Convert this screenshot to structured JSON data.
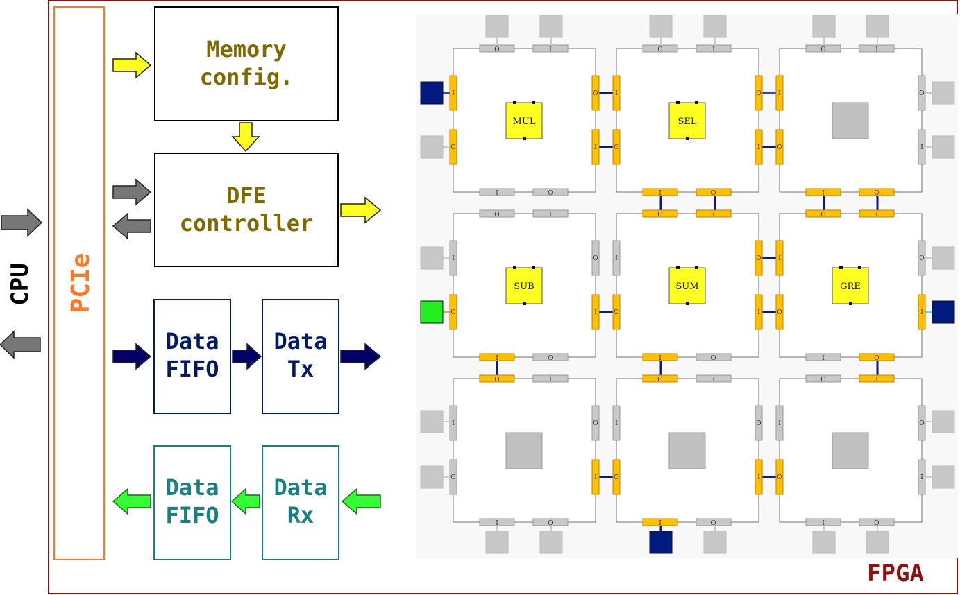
{
  "cpu": {
    "label": "CPU"
  },
  "pcie": {
    "label": "PCIe"
  },
  "fpga": {
    "label": "FPGA"
  },
  "blocks": {
    "memory_config": [
      "Memory",
      "config."
    ],
    "dfe_controller": [
      "DFE",
      "controller"
    ],
    "data_fifo_tx": [
      "Data",
      "FIFO"
    ],
    "data_tx": [
      "Data",
      "Tx"
    ],
    "data_fifo_rx": [
      "Data",
      "FIFO"
    ],
    "data_rx": [
      "Data",
      "Rx"
    ]
  },
  "ops": {
    "mul": "MUL",
    "sel": "SEL",
    "sub": "SUB",
    "sum": "SUM",
    "gre": "GRE"
  },
  "port": {
    "in": "I",
    "out": "O"
  },
  "colors": {
    "frame": "#8b1010",
    "pcie": "#ff7722",
    "olive": "#806a00",
    "navy": "#001a66",
    "teal": "#178080",
    "yellow_arrow": "#ffff22",
    "gray_arrow": "#777777",
    "navy_arrow": "#000066",
    "green_arrow": "#33ff33",
    "orange_port": "#ffc000",
    "gray_port": "#c0c0c0",
    "op_fill": "#ffff22"
  }
}
